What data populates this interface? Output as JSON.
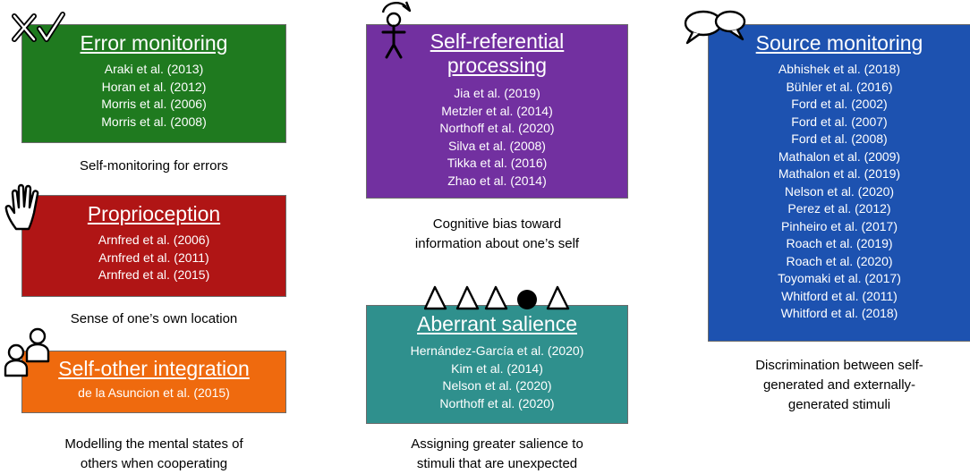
{
  "colors": {
    "error": "#1f7a1f",
    "proprio": "#b01515",
    "selfother": "#ef6a0e",
    "selfref": "#7230a0",
    "salience": "#2f908d",
    "source": "#1d52b0"
  },
  "panels": {
    "error": {
      "title": "Error monitoring",
      "refs": [
        "Araki et al. (2013)",
        "Horan et al. (2012)",
        "Morris et al. (2006)",
        "Morris et al. (2008)"
      ],
      "caption": [
        "Self-monitoring for errors"
      ],
      "icon": "cross-check-icon"
    },
    "proprio": {
      "title": "Proprioception",
      "refs": [
        "Arnfred et al. (2006)",
        "Arnfred et al. (2011)",
        "Arnfred et al. (2015)"
      ],
      "caption": [
        "Sense of one’s own location"
      ],
      "icon": "hand-icon"
    },
    "selfother": {
      "title": "Self-other integration",
      "refs": [
        "de la Asuncion et al. (2015)"
      ],
      "caption": [
        "Modelling the mental states of",
        "others when cooperating"
      ],
      "icon": "two-people-icon"
    },
    "selfref": {
      "title_lines": [
        "Self-referential",
        "processing"
      ],
      "refs": [
        "Jia et al. (2019)",
        "Metzler et al. (2014)",
        "Northoff et al. (2020)",
        "Silva et al. (2008)",
        "Tikka et al. (2016)",
        "Zhao et al. (2014)"
      ],
      "caption": [
        "Cognitive bias toward",
        "information about one’s self"
      ],
      "icon": "person-arrow-icon"
    },
    "salience": {
      "title": "Aberrant salience",
      "refs": [
        "Hernández-García et al. (2020)",
        "Kim et al. (2014)",
        "Nelson et al. (2020)",
        "Northoff et al. (2020)"
      ],
      "caption": [
        "Assigning greater salience to",
        "stimuli that are unexpected"
      ],
      "icon": "shapes-odd-one-out-icon"
    },
    "source": {
      "title": "Source monitoring",
      "refs": [
        "Abhishek et al. (2018)",
        "Bühler et al. (2016)",
        "Ford et al. (2002)",
        "Ford et al. (2007)",
        "Ford et al. (2008)",
        "Mathalon et al. (2009)",
        "Mathalon et al. (2019)",
        "Nelson et al. (2020)",
        "Perez et al. (2012)",
        "Pinheiro et al. (2017)",
        "Roach et al. (2019)",
        "Roach et al. (2020)",
        "Toyomaki et al. (2017)",
        "Whitford et al. (2011)",
        "Whitford et al. (2018)"
      ],
      "caption": [
        "Discrimination between self-",
        "generated and externally-",
        "generated stimuli"
      ],
      "icon": "speech-bubbles-icon"
    }
  }
}
